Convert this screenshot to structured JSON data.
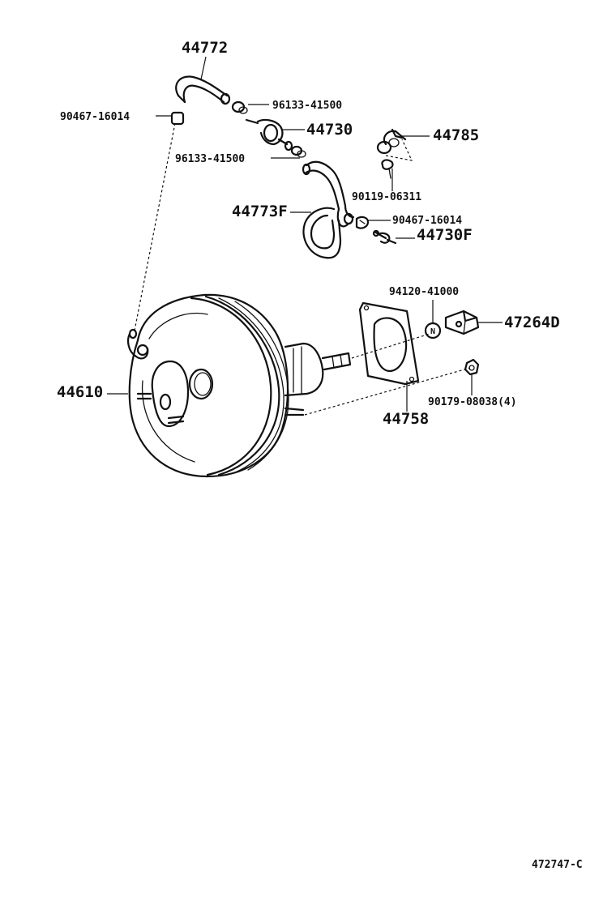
{
  "diagram": {
    "parts": {
      "p44772": "44772",
      "p90467_top": "90467-16014",
      "p96133_top": "96133-41500",
      "p44730": "44730",
      "p44785": "44785",
      "p96133_mid": "96133-41500",
      "p90119": "90119-06311",
      "p44773F": "44773F",
      "p90467_mid": "90467-16014",
      "p44730F": "44730F",
      "p94120": "94120-41000",
      "p47264D": "47264D",
      "p44610": "44610",
      "p90179": "90179-08038(4)",
      "p44758": "44758"
    },
    "nut_mark": "N",
    "figure_code": "472747-C"
  }
}
